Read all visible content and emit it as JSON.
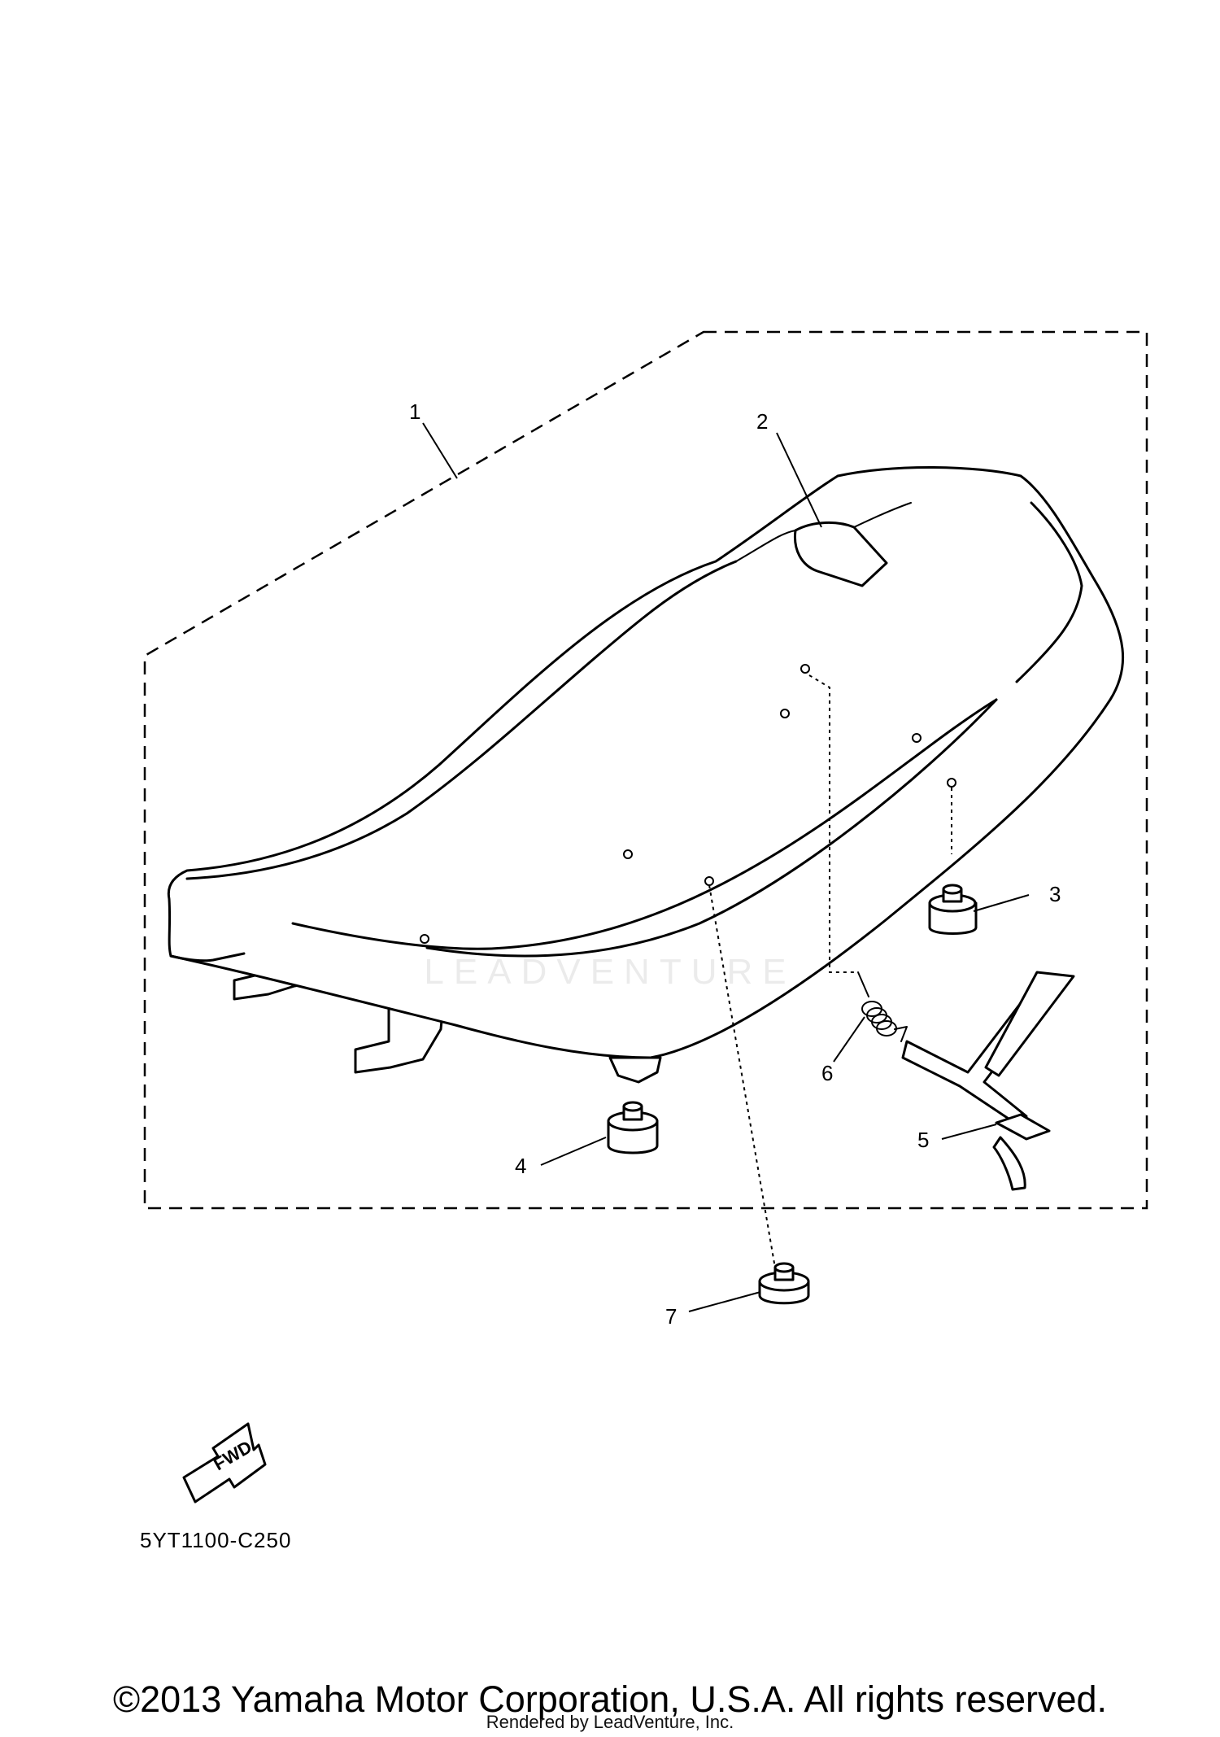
{
  "diagram": {
    "callouts": [
      "1",
      "2",
      "3",
      "4",
      "5",
      "6",
      "7"
    ],
    "fwd_label": "FWD",
    "code": "5YT1100-C250"
  },
  "watermark": "LEADVENTURE",
  "footer": {
    "copyright": "©2013 Yamaha Motor Corporation, U.S.A. All rights reserved.",
    "rendered_by": "Rendered by LeadVenture, Inc."
  }
}
